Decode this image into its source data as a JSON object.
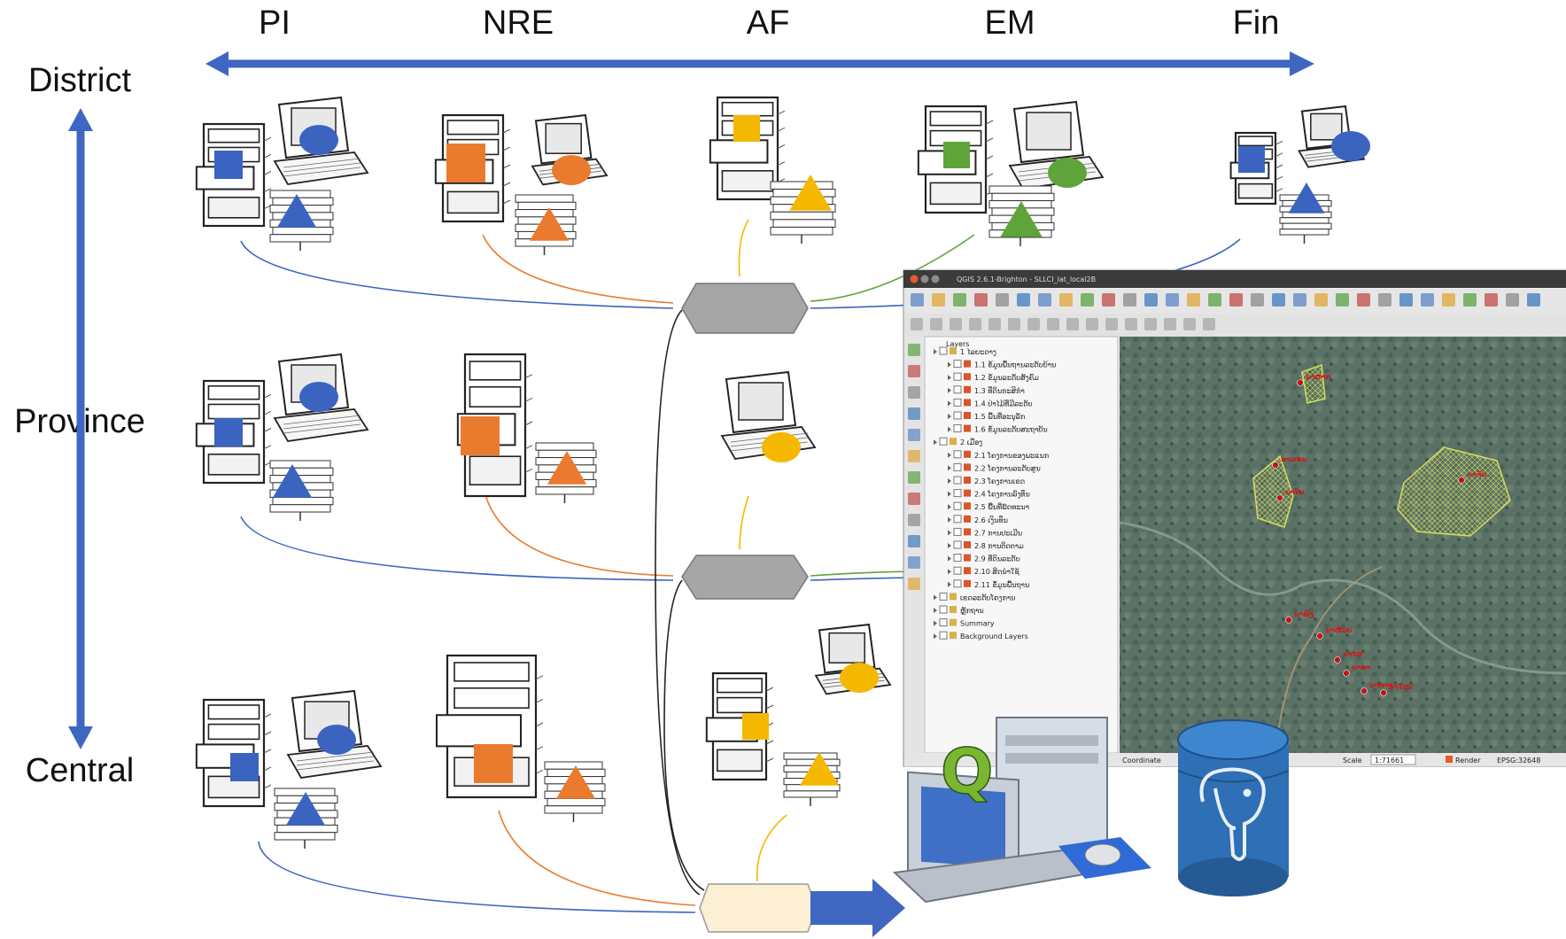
{
  "columns": [
    "PI",
    "NRE",
    "AF",
    "EM",
    "Fin"
  ],
  "levels": [
    "District",
    "Province",
    "Central"
  ],
  "colors": {
    "PI": "#3a64c0",
    "NRE": "#ea7a2e",
    "AF": "#f5b800",
    "EM": "#5ea43a",
    "Fin": "#3a64c0",
    "axis": "#3f67c2",
    "hub": "#a6a6a6",
    "central_hub": "#fdefd3"
  },
  "qgis": {
    "title": "QGIS 2.6.1-Brighton - SLLCI_lat_local2B",
    "layers_title": "Layers",
    "layers": [
      "1 ໄລຍະດາງ",
      "1.1 ຂໍ້ມູນພື້ນຖານລະດັບບ້ານ",
      "1.2 ຂໍ້ມູນລະດັບສັງຄົມ",
      "1.3 ທີ່ດິນກະສິກຳ",
      "1.4 ປ່າໄມ້ທີ່ມີລະດັບ",
      "1.5 ພື້ນທີ່ອະນຸລັກ",
      "1.6 ຂໍ້ມູນລະດັບສະຖາບັນ",
      "2 ເມືອງ",
      "2.1 ໂຄງການຂອງພະແນກ",
      "2.2 ໂຄງການລະດັບສູນ",
      "2.3 ໂຄງການເຂດ",
      "2.4 ໂຄງການລົງທຶນ",
      "2.5 ພື້ນທີ່ພັດທະນາ",
      "2.6 ເງິນທຶນ",
      "2.7 ການປະເມີນ",
      "2.8 ການຕິດຕາມ",
      "2.9 ທີ່ດິນລະດັບ",
      "2.10 ສິດນຳໃຊ້",
      "2.11 ຂໍ້ມູນພື້ນຖານ",
      "ເຂດລະດັບໂຄງການ",
      "ຫຼັກຖານ",
      "Summary",
      "Background Layers"
    ],
    "map_labels": [
      "ນາສາກ",
      "ນາມອນ",
      "ນາໂພ",
      "ນາຈັນ",
      "ນາທົ່ງ",
      "ນາຫ້ວຍ",
      "ນາໄຮ",
      "ນານາ",
      "ນາກາງ",
      "ນາໃໝ່"
    ],
    "status": {
      "coordinate_label": "Coordinate",
      "scale_label": "Scale",
      "scale_value": "1:71661",
      "render_label": "Render",
      "crs": "EPSG:32648"
    }
  }
}
